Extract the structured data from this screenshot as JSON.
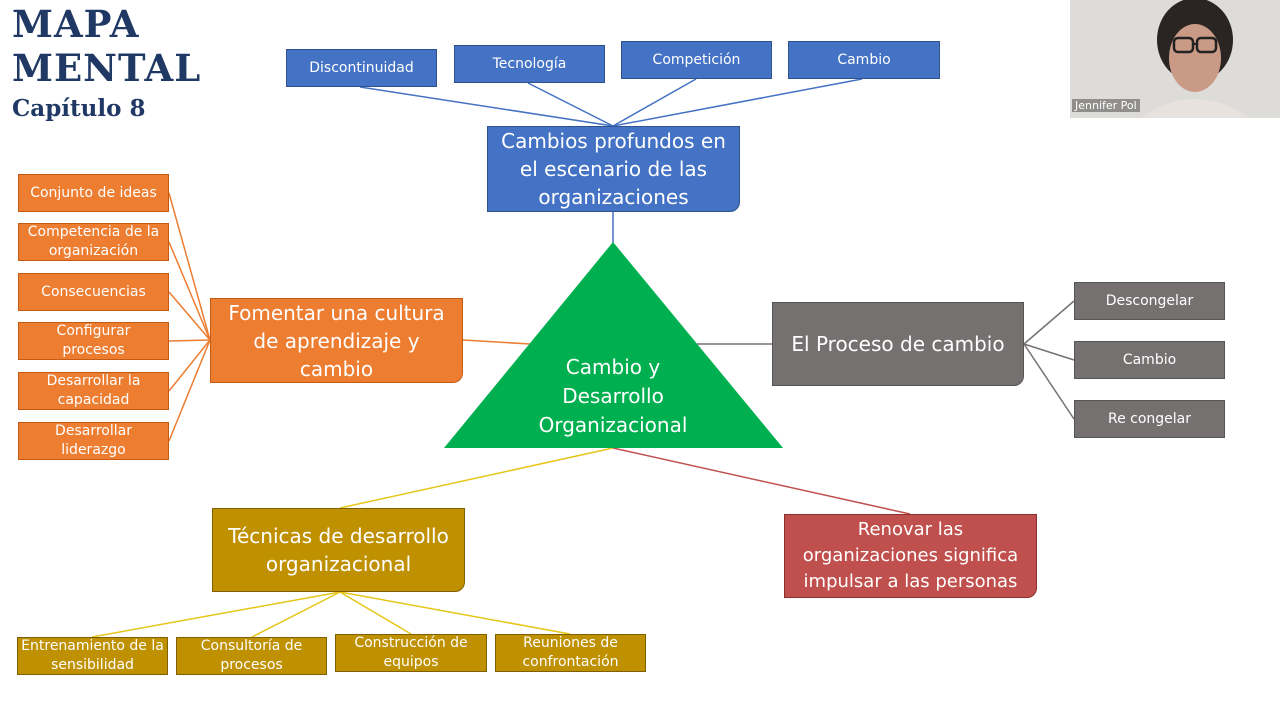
{
  "title": {
    "line1": "MAPA",
    "line2": "MENTAL",
    "line3": "Capítulo 8"
  },
  "center": {
    "line1": "Cambio y",
    "line2": "Desarrollo",
    "line3": "Organizacional"
  },
  "top_node": {
    "label": "Cambios profundos en el escenario de las organizaciones"
  },
  "top_children": [
    "Discontinuidad",
    "Tecnología",
    "Competición",
    "Cambio"
  ],
  "left_node": {
    "label": "Fomentar una cultura de aprendizaje y cambio"
  },
  "left_children": [
    "Conjunto de ideas",
    "Competencia de la organización",
    "Consecuencias",
    "Configurar procesos",
    "Desarrollar la capacidad",
    "Desarrollar liderazgo"
  ],
  "right_node": {
    "label": "El Proceso de cambio"
  },
  "right_children": [
    "Descongelar",
    "Cambio",
    "Re congelar"
  ],
  "bottom_left_node": {
    "label": "Técnicas de desarrollo organizacional"
  },
  "bottom_left_children": [
    "Entrenamiento de la sensibilidad",
    "Consultoría de procesos",
    "Construcción de equipos",
    "Reuniones de confrontación"
  ],
  "bottom_right_node": {
    "label": "Renovar las organizaciones significa impulsar a las personas"
  },
  "webcam": {
    "participant_name": "Jennifer Pol"
  },
  "colors": {
    "blue": "#4472c4",
    "orange": "#ed7d31",
    "gray": "#767171",
    "gold": "#bf9000",
    "red": "#c0504d",
    "green": "#00b050",
    "title": "#1f3864"
  }
}
